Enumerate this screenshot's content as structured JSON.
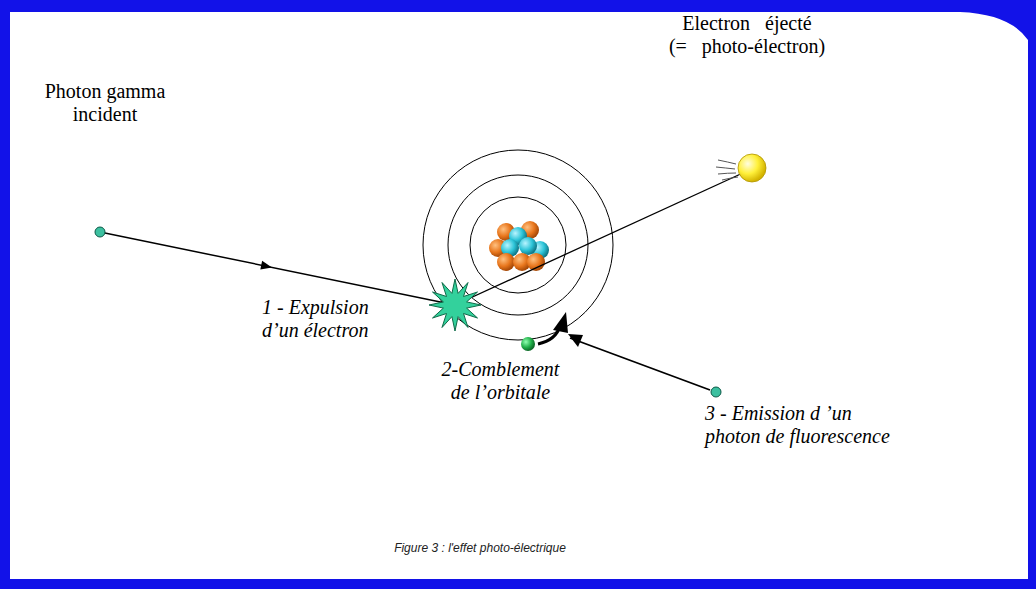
{
  "diagram": {
    "caption": "Figure 3 : l'effet photo-électrique",
    "labels": [
      "Photon gamma incident",
      "Electron éjecté (= photo-électron)",
      "1 - Expulsion d’un électron",
      "2-Comblement de l’orbitale",
      "3 - Emission d ’un photon de fluorescence"
    ]
  }
}
